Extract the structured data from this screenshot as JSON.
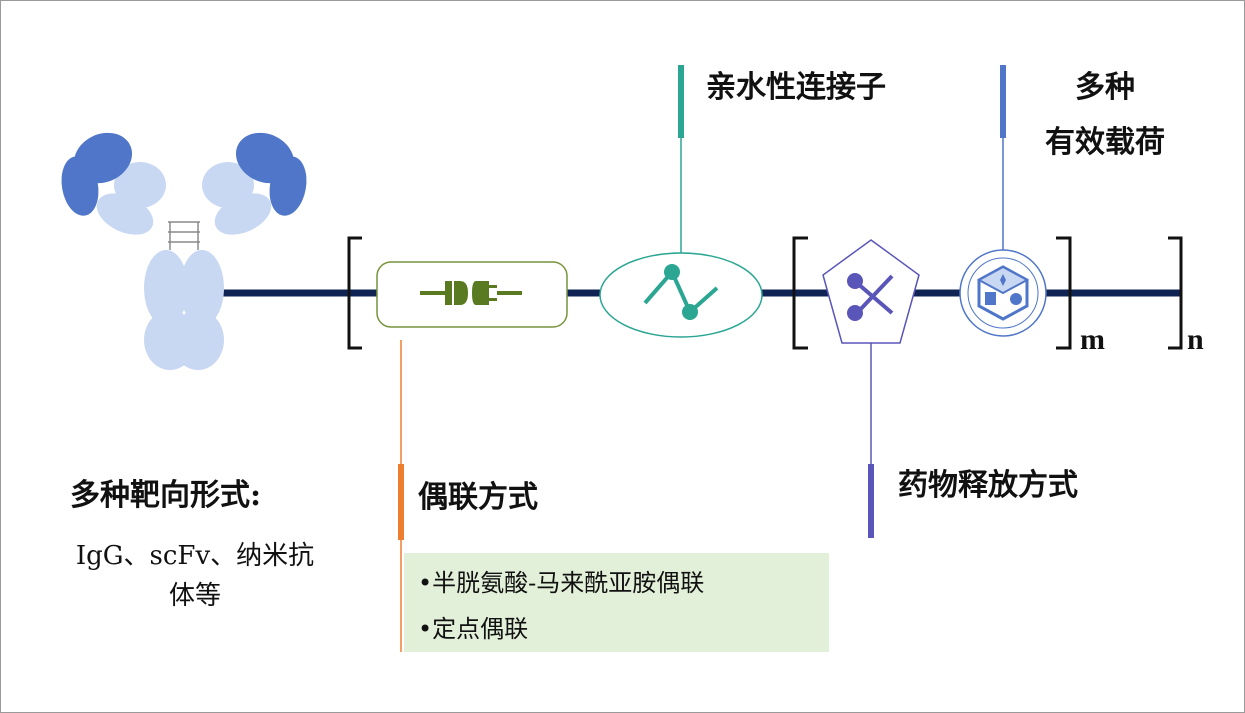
{
  "labels": {
    "hydrophilic_linker": "亲水性连接子",
    "payloads_line1": "多种",
    "payloads_line2": "有效载荷",
    "targeting_title": "多种靶向形式:",
    "targeting_sub_line1": "IgG、scFv、纳米抗",
    "targeting_sub_line2": "体等",
    "conjugation_title": "偶联方式",
    "conjugation_items": [
      "•半胱氨酸-马来酰亚胺偶联",
      "•定点偶联"
    ],
    "release_title": "药物释放方式",
    "subscript_m": "m",
    "subscript_n": "n"
  },
  "icons": {
    "antibody": "antibody-icon",
    "plug": "plug-icon",
    "linker": "linker-molecule-icon",
    "scissors": "scissors-icon",
    "payload": "cube-payload-icon"
  },
  "colors": {
    "backbone": "#0f2452",
    "antibody_dark": "#4f76c8",
    "antibody_light": "#c9d8f2",
    "plug_green": "#5a7a22",
    "conj_box_border": "#77933c",
    "conj_orange": "#ed7d31",
    "conj_bg": "#e2efd9",
    "linker_teal": "#2aa692",
    "release_purple": "#5a55b9",
    "payload_blue": "#4f76c8"
  }
}
